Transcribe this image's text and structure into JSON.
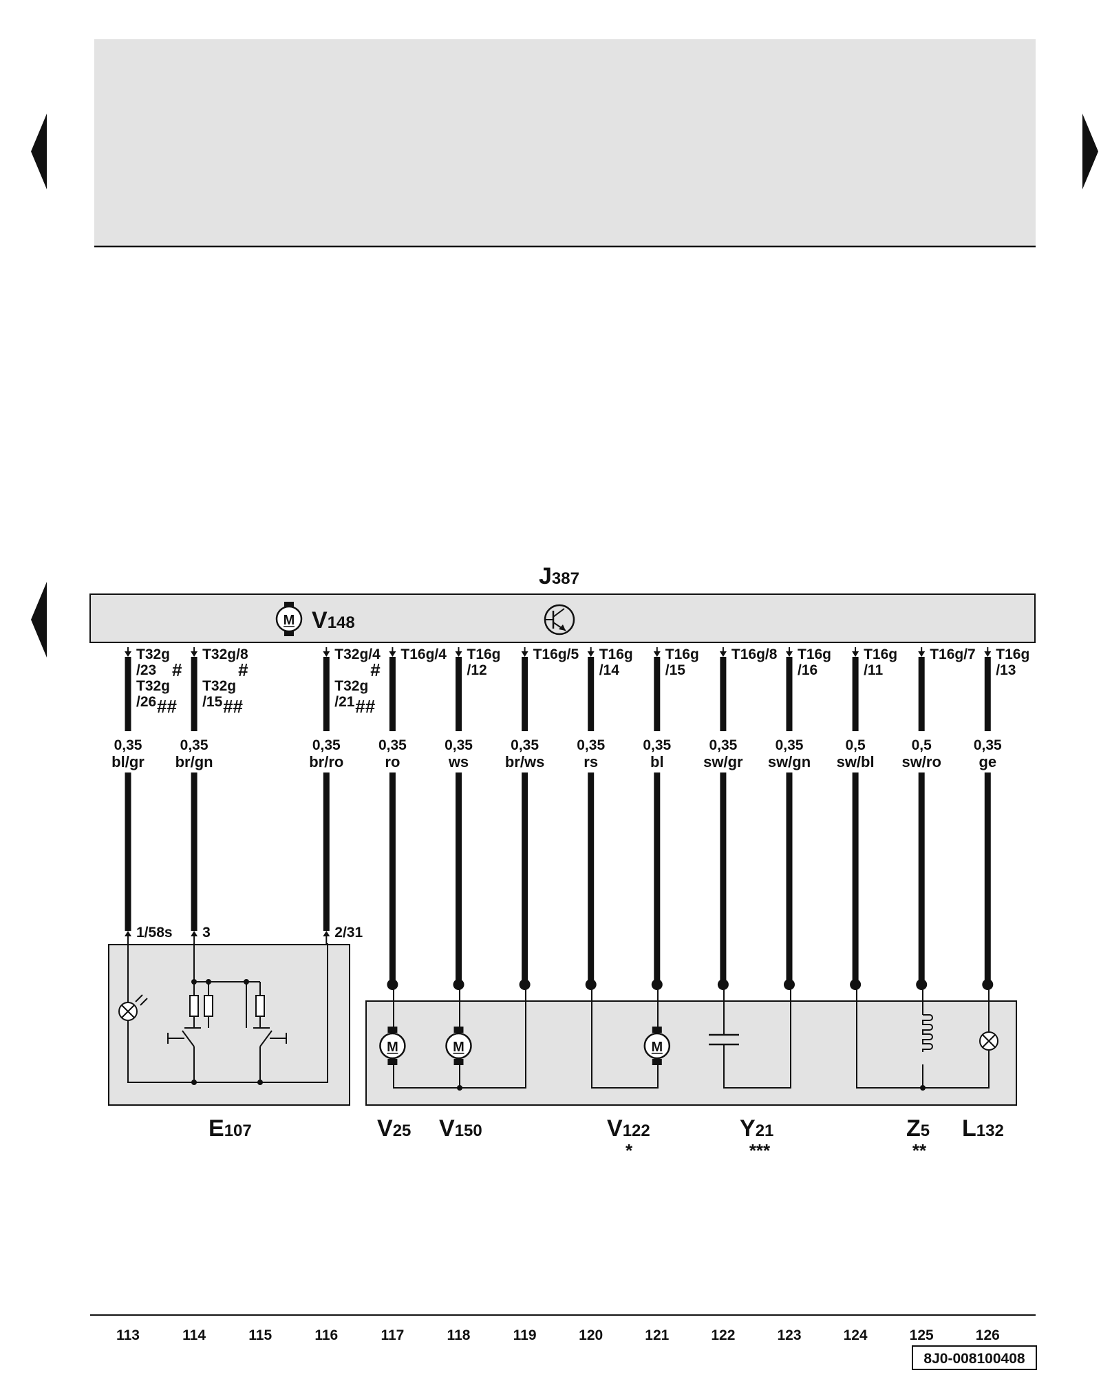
{
  "control_unit": {
    "code": "J",
    "sub": "387"
  },
  "internal_motor": {
    "code": "V",
    "sub": "148"
  },
  "hash_single": "#",
  "hash_double": "##",
  "wires": [
    {
      "col": 113,
      "pin": [
        "T32g",
        "/23"
      ],
      "pin2": [
        "T32g",
        "/26"
      ],
      "hash": true,
      "size": "0,35",
      "color": "bl/gr",
      "end": "1/58s"
    },
    {
      "col": 114,
      "pin": [
        "T32g/8"
      ],
      "pin2": [
        "T32g",
        "/15"
      ],
      "hash": true,
      "size": "0,35",
      "color": "br/gn",
      "end": "3"
    },
    {
      "col": 116,
      "pin": [
        "T32g/4"
      ],
      "pin2": [
        "T32g",
        "/21"
      ],
      "hash": true,
      "size": "0,35",
      "color": "br/ro",
      "end": "2/31"
    },
    {
      "col": 117,
      "pin": [
        "T16g/4"
      ],
      "size": "0,35",
      "color": "ro"
    },
    {
      "col": 118,
      "pin": [
        "T16g",
        "/12"
      ],
      "size": "0,35",
      "color": "ws"
    },
    {
      "col": 119,
      "pin": [
        "T16g/5"
      ],
      "size": "0,35",
      "color": "br/ws"
    },
    {
      "col": 120,
      "pin": [
        "T16g",
        "/14"
      ],
      "size": "0,35",
      "color": "rs"
    },
    {
      "col": 121,
      "pin": [
        "T16g",
        "/15"
      ],
      "size": "0,35",
      "color": "bl"
    },
    {
      "col": 122,
      "pin": [
        "T16g/8"
      ],
      "size": "0,35",
      "color": "sw/gr"
    },
    {
      "col": 123,
      "pin": [
        "T16g",
        "/16"
      ],
      "size": "0,35",
      "color": "sw/gn"
    },
    {
      "col": 124,
      "pin": [
        "T16g",
        "/11"
      ],
      "size": "0,5",
      "color": "sw/bl"
    },
    {
      "col": 125,
      "pin": [
        "T16g/7"
      ],
      "size": "0,5",
      "color": "sw/ro"
    },
    {
      "col": 126,
      "pin": [
        "T16g",
        "/13"
      ],
      "size": "0,35",
      "color": "ge"
    }
  ],
  "components": [
    {
      "code": "E",
      "sub": "107",
      "mark": ""
    },
    {
      "code": "V",
      "sub": "25",
      "mark": ""
    },
    {
      "code": "V",
      "sub": "150",
      "mark": ""
    },
    {
      "code": "V",
      "sub": "122",
      "mark": "*"
    },
    {
      "code": "Y",
      "sub": "21",
      "mark": "***"
    },
    {
      "code": "Z",
      "sub": "5",
      "mark": "**"
    },
    {
      "code": "L",
      "sub": "132",
      "mark": ""
    }
  ],
  "motor_letter": "M",
  "column_numbers": [
    "113",
    "114",
    "115",
    "116",
    "117",
    "118",
    "119",
    "120",
    "121",
    "122",
    "123",
    "124",
    "125",
    "126"
  ],
  "doc_number": "8J0-008100408",
  "colors": {
    "wire": "#111111",
    "panel": "#e3e3e3",
    "line": "#111111",
    "background": "#ffffff"
  },
  "icons": [
    "nav-prev-icon",
    "nav-next-icon",
    "motor-icon",
    "transistor-icon",
    "lamp-icon",
    "switch-icon",
    "resistor-icon",
    "capacitor-icon",
    "heater-coil-icon"
  ]
}
